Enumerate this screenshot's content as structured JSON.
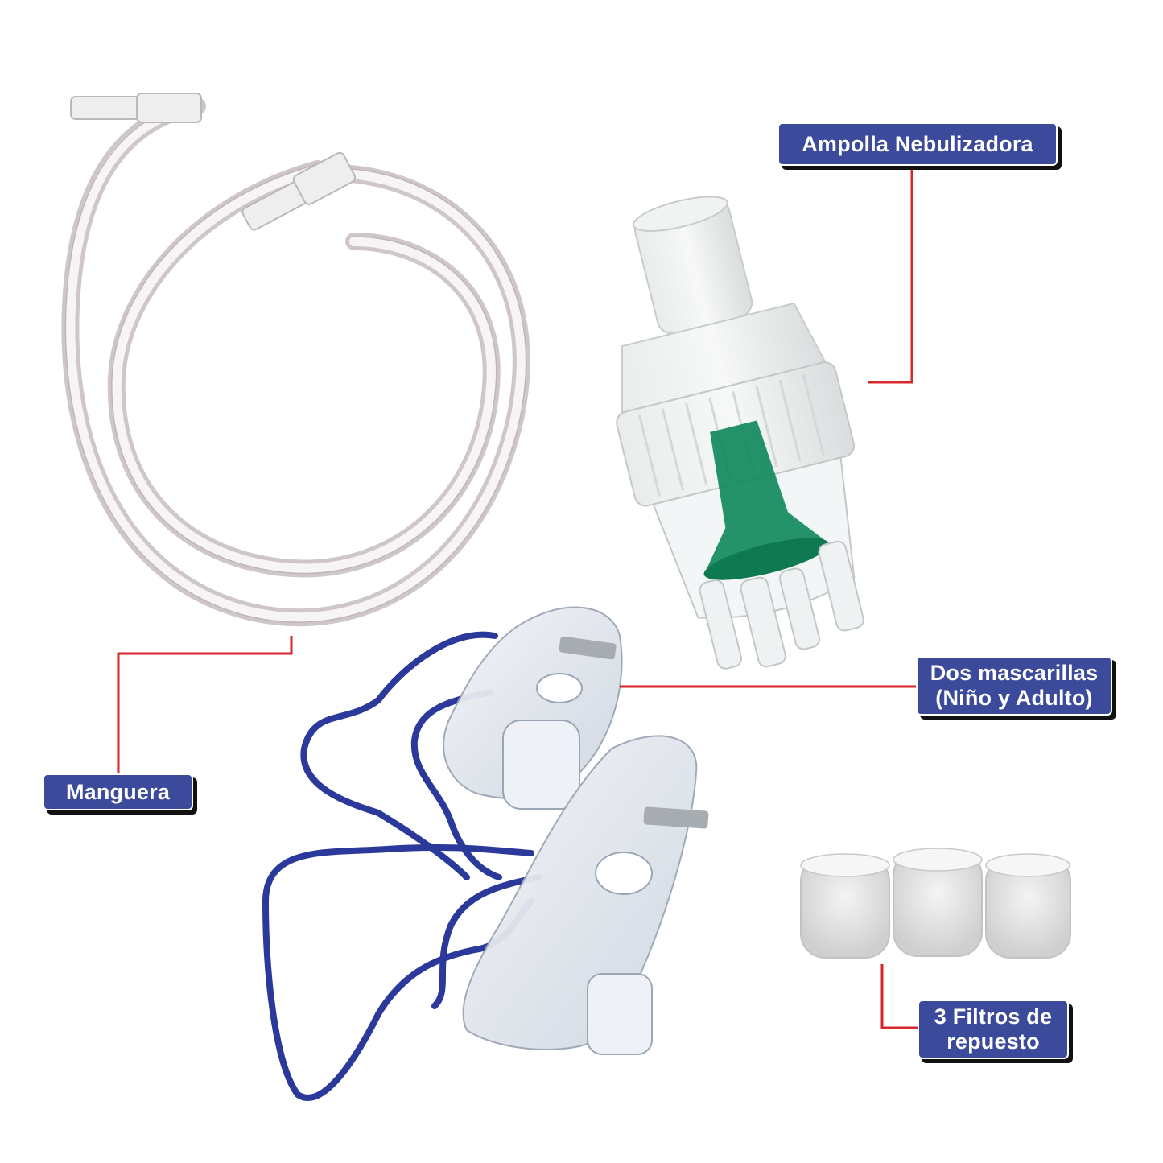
{
  "labels": {
    "ampolla": "Ampolla Nebulizadora",
    "manguera": "Manguera",
    "mascarillas_line1": "Dos mascarillas",
    "mascarillas_line2": "(Niño y Adulto)",
    "filtros_line1": "3 Filtros de",
    "filtros_line2": "repuesto"
  },
  "colors": {
    "label_fill": "#3b4a9a",
    "label_text": "#ffffff",
    "leader_line": "#d7262c",
    "strap": "#2b3a9a",
    "medicine_cup": "#128a5c"
  }
}
